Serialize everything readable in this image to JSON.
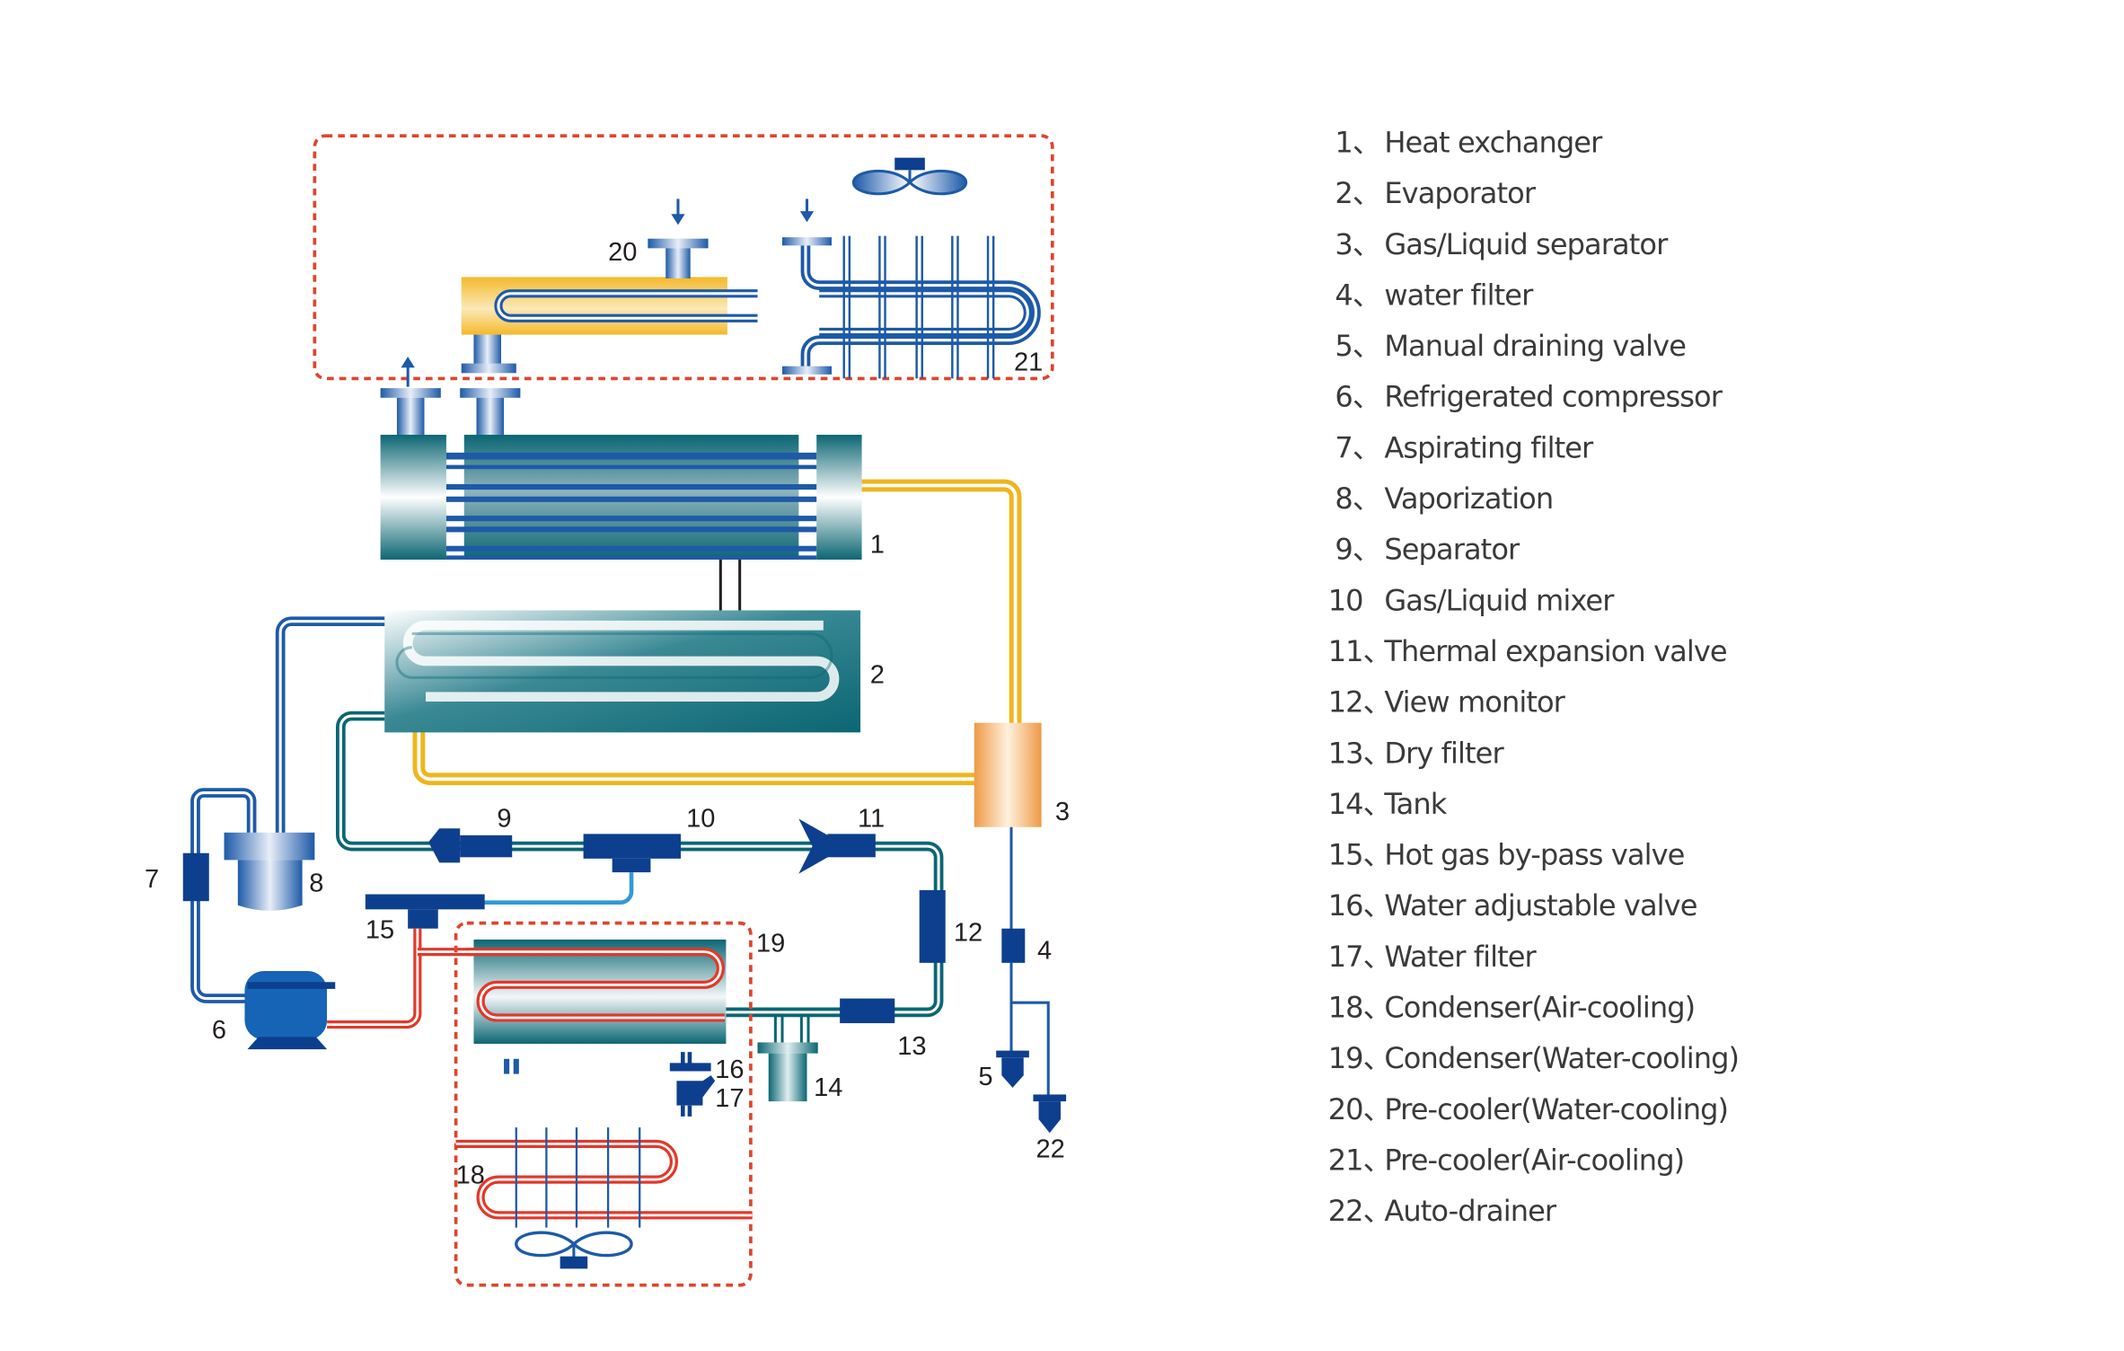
{
  "diagram": {
    "title": "Refrigerated air dryer flow schematic",
    "colors": {
      "teal_body": "#0b6673",
      "blue_pipe": "#1d5aa8",
      "dark_blue_part": "#0d3f8f",
      "yellow_pipe": "#f0b51c",
      "red_pipe": "#e2382a",
      "orange_separator": "#ee9a45",
      "dashed_border": "#e0442c",
      "light_blue_line": "#2f9ad8"
    },
    "callouts": [
      "1",
      "2",
      "3",
      "4",
      "5",
      "6",
      "7",
      "8",
      "9",
      "10",
      "11",
      "12",
      "13",
      "14",
      "15",
      "16",
      "17",
      "18",
      "19",
      "20",
      "21",
      "22"
    ]
  },
  "legend": {
    "items": [
      {
        "num": "1、",
        "label": "Heat exchanger"
      },
      {
        "num": "2、",
        "label": "Evaporator"
      },
      {
        "num": "3、",
        "label": "Gas/Liquid separator"
      },
      {
        "num": "4、",
        "label": "water  filter"
      },
      {
        "num": "5、",
        "label": "Manual draining valve"
      },
      {
        "num": "6、",
        "label": "Refrigerated compressor"
      },
      {
        "num": "7、",
        "label": "Aspirating filter"
      },
      {
        "num": "8、",
        "label": "Vaporization"
      },
      {
        "num": "9、",
        "label": "Separator"
      },
      {
        "num": "10",
        "label": "Gas/Liquid mixer"
      },
      {
        "num": "11、",
        "label": "Thermal expansion valve"
      },
      {
        "num": "12、",
        "label": "View monitor"
      },
      {
        "num": "13、",
        "label": "Dry filter"
      },
      {
        "num": "14、",
        "label": "Tank"
      },
      {
        "num": "15、",
        "label": "Hot gas by-pass valve"
      },
      {
        "num": "16、",
        "label": "Water adjustable valve"
      },
      {
        "num": "17、",
        "label": "Water filter"
      },
      {
        "num": "18、",
        "label": "Condenser(Air-cooling)"
      },
      {
        "num": "19、",
        "label": "Condenser(Water-cooling)"
      },
      {
        "num": "20、",
        "label": "Pre-cooler(Water-cooling)"
      },
      {
        "num": "21、",
        "label": "Pre-cooler(Air-cooling)"
      },
      {
        "num": "22、",
        "label": "Auto-drainer"
      }
    ]
  }
}
